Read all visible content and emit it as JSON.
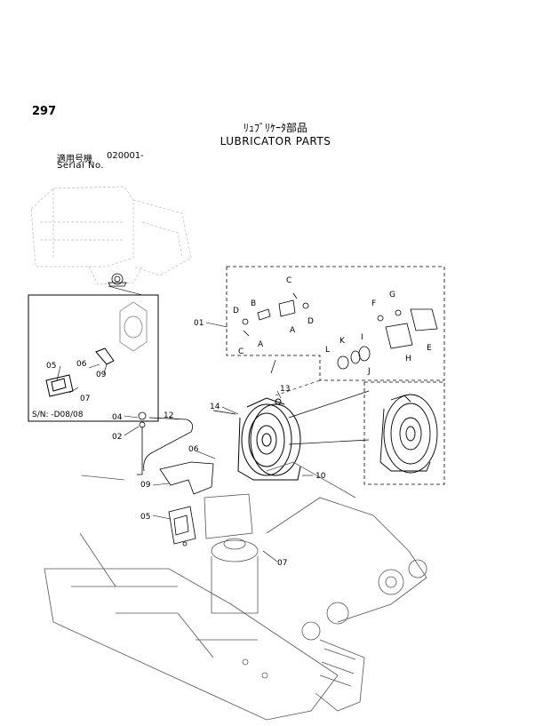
{
  "header": {
    "page_number": "297",
    "title_jp": "ﾘｭﾌﾞﾘｹｰﾀ部品",
    "title_en": "LUBRICATOR PARTS",
    "serial_label_jp": "適用号機",
    "serial_from": "020001-",
    "serial_label_en": "Serial No."
  },
  "callouts": {
    "p01": "01",
    "p02": "02",
    "p04": "04",
    "p05_inset": "05",
    "p05": "05",
    "p06_inset": "06",
    "p06": "06",
    "p07_inset": "07",
    "p07": "07",
    "p09_inset": "09",
    "p09": "09",
    "p10": "10",
    "p12": "12",
    "p13": "13",
    "p14": "14",
    "A1": "A",
    "A2": "A",
    "B": "B",
    "C1": "C",
    "C2": "C",
    "D1": "D",
    "D2": "D",
    "E": "E",
    "F": "F",
    "G": "G",
    "H": "H",
    "I": "I",
    "J": "J",
    "K": "K",
    "L": "L"
  },
  "inset_note": "S/N: -D08/08"
}
